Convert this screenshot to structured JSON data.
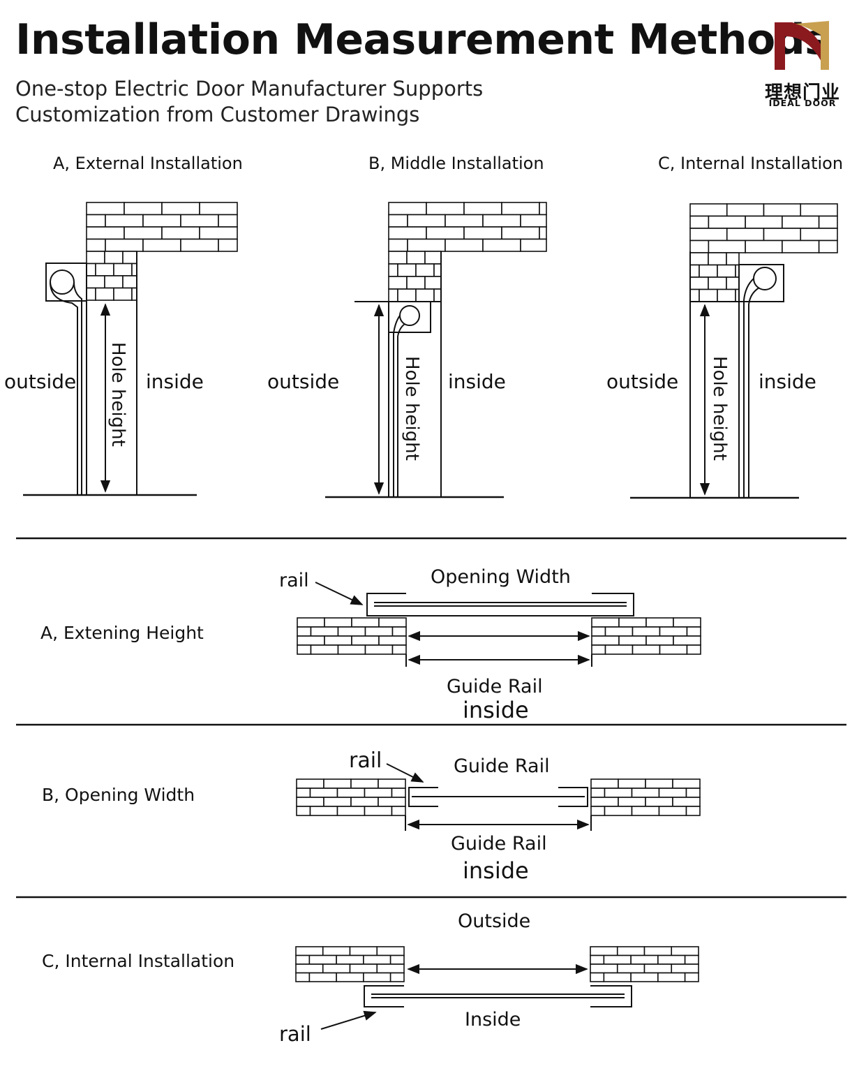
{
  "header": {
    "title": "Installation Measurement Methods",
    "subtitle_line1": "One-stop Electric Door Manufacturer Supports",
    "subtitle_line2": "Customization from Customer Drawings",
    "logo_cn": "理想门业",
    "logo_en": "IDEAL DOOR"
  },
  "colors": {
    "logo_red": "#8b1a1f",
    "logo_gold": "#c8a050",
    "line": "#111111"
  },
  "section_diagrams": [
    {
      "title": "A, External Installation",
      "outside": "outside",
      "inside": "inside",
      "dimension": "Hole height"
    },
    {
      "title": "B, Middle Installation",
      "outside": "outside",
      "inside": "inside",
      "dimension": "Hole height"
    },
    {
      "title": "C, Internal Installation",
      "outside": "outside",
      "inside": "inside",
      "dimension": "Hole height"
    }
  ],
  "plan_views": [
    {
      "title": "A, Extening Height",
      "rail": "rail",
      "top_label": "Opening Width",
      "bottom_label": "Guide Rail",
      "bottom_label2": "inside"
    },
    {
      "title": "B, Opening Width",
      "rail": "rail",
      "top_label": "Guide Rail",
      "bottom_label": "Guide Rail",
      "bottom_label2": "inside"
    },
    {
      "title": "C, Internal Installation",
      "rail": "rail",
      "top_label": "Outside",
      "bottom_label": "Inside"
    }
  ]
}
